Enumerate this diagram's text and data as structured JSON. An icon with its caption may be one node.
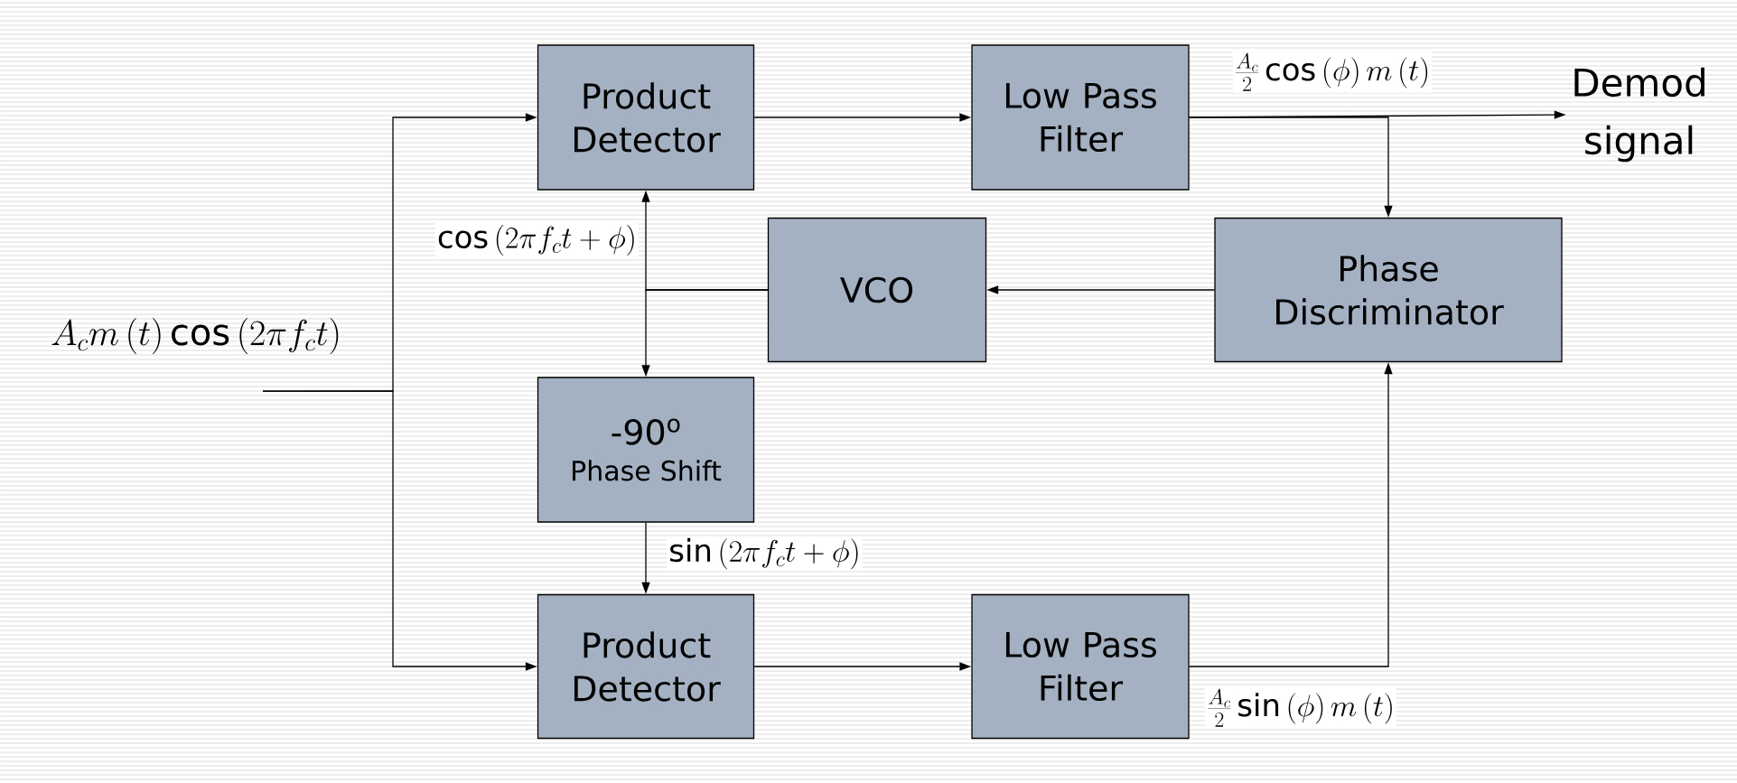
{
  "diagram": {
    "nodes": [
      {
        "text": [
          "Product Detector"
        ]
      },
      {
        "text": [
          "Low Pass Filter"
        ]
      },
      {
        "text": [
          "Phase Discriminator"
        ]
      },
      {
        "text": [
          "VCO"
        ]
      },
      {
        "text": [
          "-90$^{o}$",
          "Phase Shift"
        ]
      },
      {
        "text": [
          "Product Detector"
        ]
      },
      {
        "text": [
          "Low Pass Filter"
        ]
      },
      {
        "text": [
          "A_{c}m\\left(t\\right)\\cos\\left(2\\pi f_{c}t\\right)"
        ]
      },
      {
        "text": [
          "Demod signal"
        ]
      }
    ],
    "edges": [
      {
        "from": 7,
        "to": 0,
        "arrow": "to"
      },
      {
        "from": 7,
        "to": 5,
        "arrow": "to"
      },
      {
        "from": 0,
        "to": 1,
        "arrow": "to"
      },
      {
        "from": 5,
        "to": 6,
        "arrow": "to"
      },
      {
        "from": 1,
        "to": 8,
        "arrow": "to",
        "label": "\\frac{A_{c}}{2}\\cos\\left(\\phi\\right)m\\left(t\\right)"
      },
      {
        "from": 1,
        "to": 2,
        "arrow": "to"
      },
      {
        "from": 6,
        "to": 2,
        "arrow": "to",
        "label": "\\frac{A_{c}}{2}\\sin\\left(\\phi\\right)m\\left(t\\right)"
      },
      {
        "from": 2,
        "to": 3,
        "arrow": "to"
      },
      {
        "from": 3,
        "to": 0,
        "arrow": "to",
        "label": "\\cos\\left(2\\pi f_{c}t+\\phi\\right)"
      },
      {
        "from": 3,
        "to": 4,
        "arrow": "to"
      },
      {
        "from": 4,
        "to": 5,
        "arrow": "to",
        "label": "\\sin\\left(2\\pi f_{c}t+\\phi\\right)"
      }
    ]
  }
}
